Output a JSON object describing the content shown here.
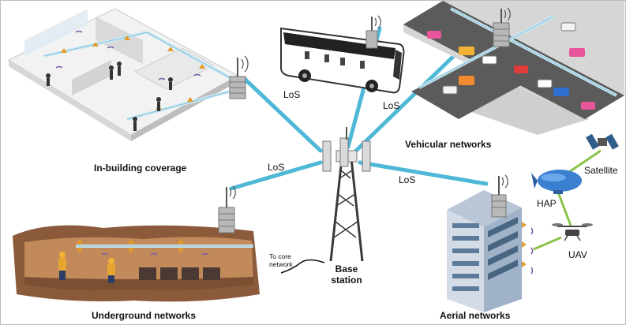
{
  "diagram": {
    "center": {
      "line1": "Base",
      "line2": "station",
      "to_core_line1": "To core",
      "to_core_line2": "network"
    },
    "links": [
      "LoS",
      "LoS",
      "LoS",
      "LoS"
    ],
    "scenarios": {
      "in_building": "In-building coverage",
      "vehicular": "Vehicular networks",
      "underground": "Underground networks",
      "aerial": "Aerial networks"
    },
    "aerial_nodes": {
      "satellite": "Satellite",
      "hap": "HAP",
      "uav": "UAV"
    }
  },
  "colors": {
    "link": "#4fb8d6",
    "leaky_cable": "#cfeaf5",
    "tower": "#3a3a3a",
    "aerial_link": "#8bc34a"
  }
}
